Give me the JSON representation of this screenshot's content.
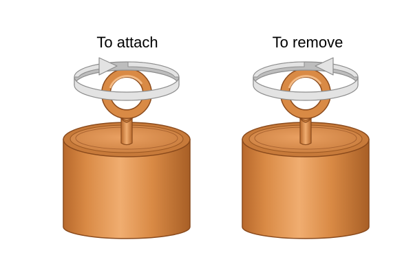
{
  "diagram": {
    "panels": [
      {
        "caption": "To attach",
        "rotation": "clockwise"
      },
      {
        "caption": "To remove",
        "rotation": "counterclockwise"
      }
    ]
  },
  "colors": {
    "magnet_body": "#d98a45",
    "magnet_highlight": "#f0ad70",
    "magnet_shadow": "#a85f26",
    "magnet_rim": "#8a4a1c",
    "arrow_fill": "#e3e3e3",
    "arrow_edge": "#8c8c8c",
    "arrow_shadow": "#bdbdbd"
  },
  "icons": {
    "rotation_arrow": "circular-arrow-icon",
    "eyebolt": "eyebolt-icon",
    "magnet": "pot-magnet-icon"
  }
}
